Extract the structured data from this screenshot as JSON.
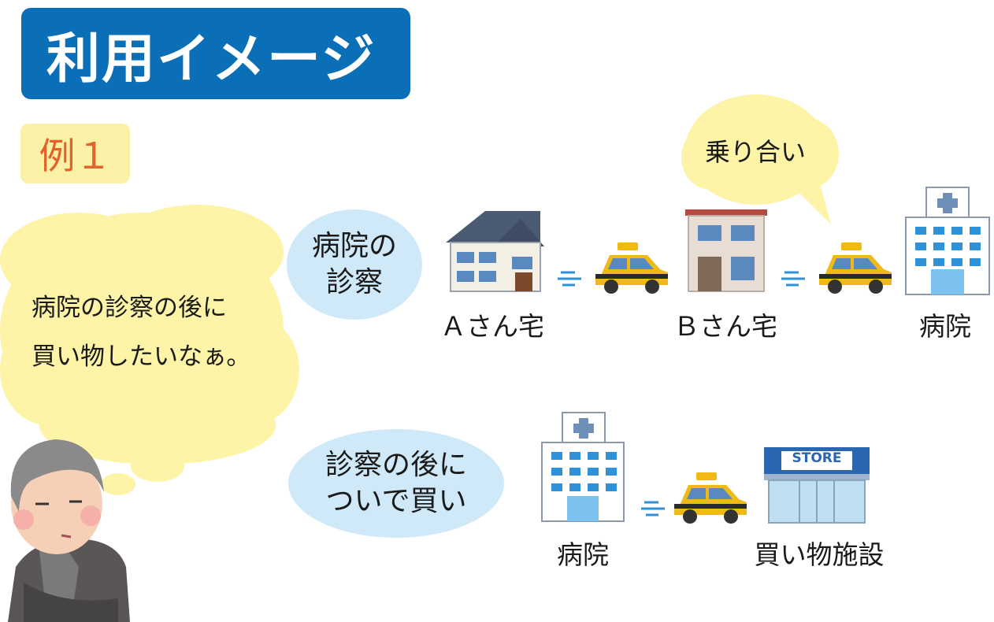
{
  "title": "利用イメージ",
  "example_label": "例１",
  "thought": {
    "line1": "病院の診察の後に",
    "line2": "買い物したいなぁ。"
  },
  "row1": {
    "bubble_line1": "病院の",
    "bubble_line2": "診察",
    "speech": "乗り合い",
    "places": [
      "Ａさん宅",
      "Ｂさん宅",
      "病院"
    ]
  },
  "row2": {
    "bubble_line1": "診察の後に",
    "bubble_line2": "ついで買い",
    "places": [
      "病院",
      "買い物施設"
    ],
    "store_sign": "STORE"
  },
  "colors": {
    "title_bg": "#0b6fb8",
    "example_bg": "#fbf1a6",
    "example_text": "#e2622a",
    "thought_bg": "#fdf4a8",
    "bubble_blue": "#cfe9f8",
    "taxi": "#f1b916"
  }
}
